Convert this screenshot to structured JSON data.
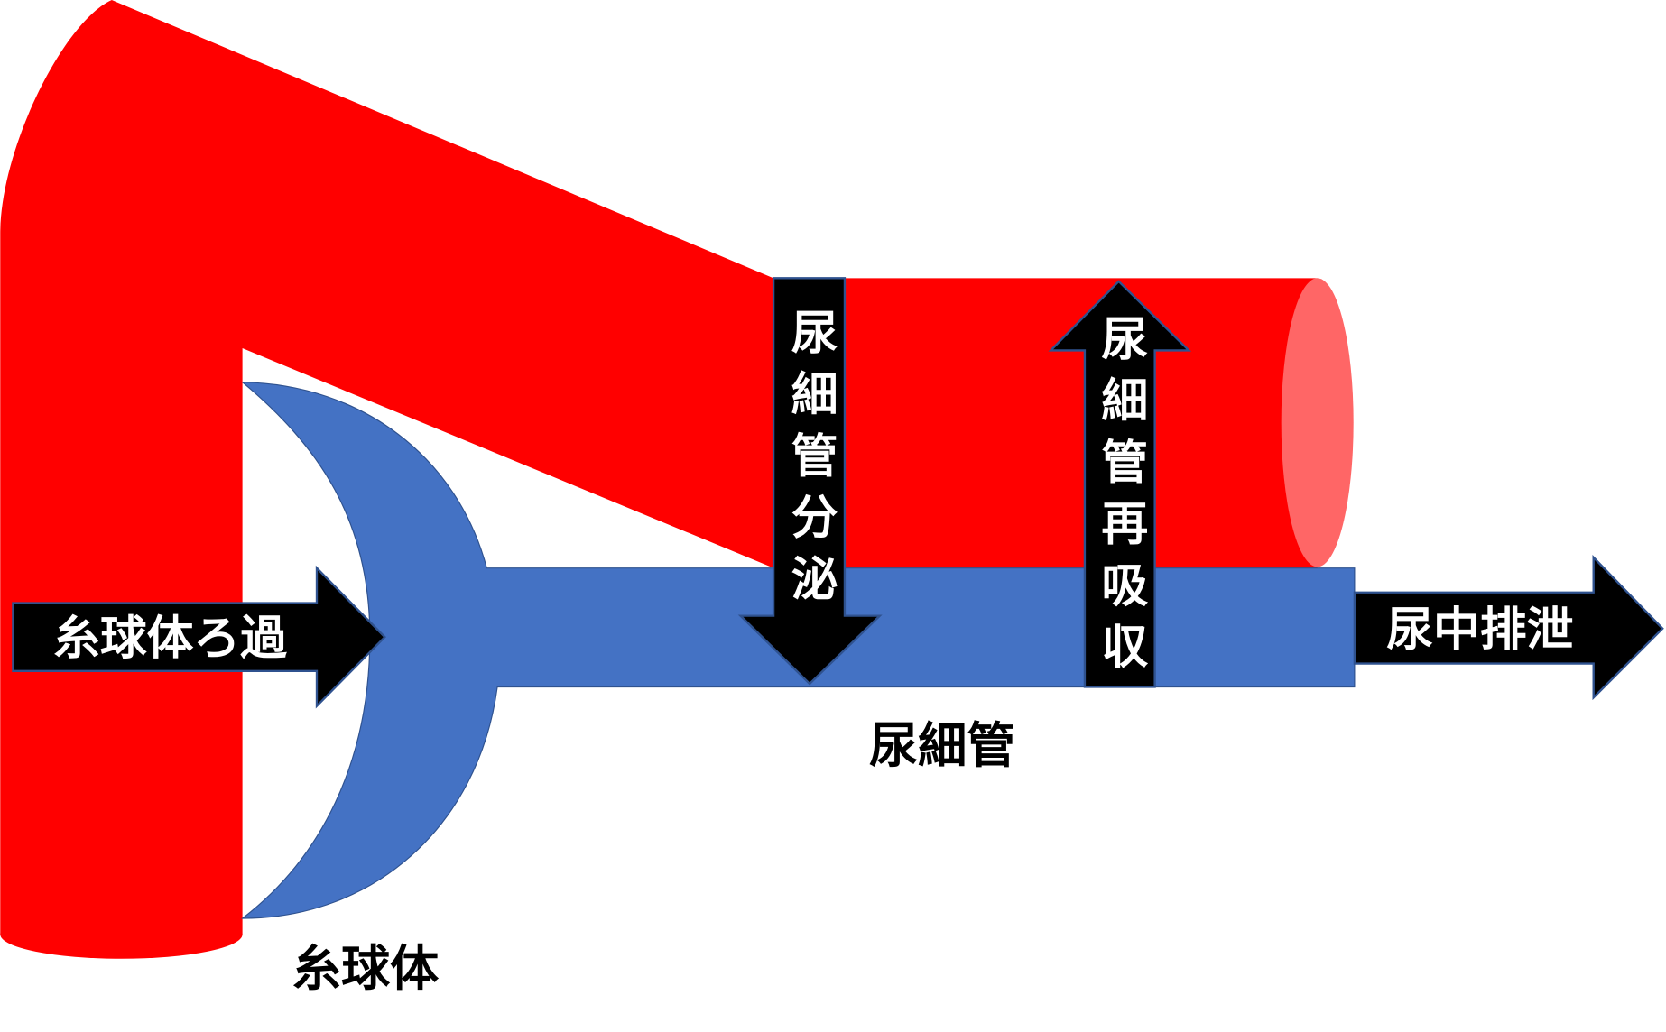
{
  "colors": {
    "blood_vessel": "#ff0000",
    "vessel_end": "#ff6666",
    "tubule": "#4472c4",
    "arrow": "#000000",
    "arrow_outline": "#2f528f"
  },
  "arrows": {
    "filtration": "糸球体ろ過",
    "secretion": "尿細管分泌",
    "reabsorption": "尿細管再吸収",
    "excretion": "尿中排泄"
  },
  "labels": {
    "tubule": "尿細管",
    "glomerulus": "糸球体"
  }
}
